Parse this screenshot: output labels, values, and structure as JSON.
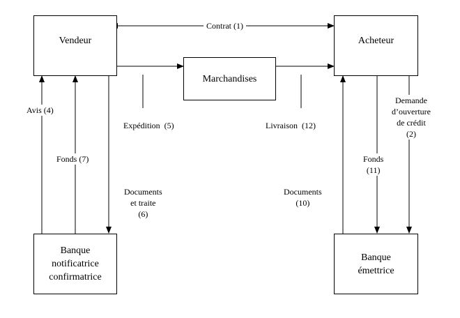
{
  "nodes": {
    "vendeur": "Vendeur",
    "acheteur": "Acheteur",
    "marchandises": "Marchandises",
    "banque_notif": [
      "Banque",
      "notificatrice",
      "confirmatrice"
    ],
    "banque_emett": [
      "Banque",
      "émettrice"
    ]
  },
  "labels": {
    "contrat": "Contrat (1)",
    "expedition": "Expédition  (5)",
    "livraison": "Livraison  (12)",
    "avis": "Avis (4)",
    "fonds7": "Fonds (7)",
    "documents6": [
      "Documents",
      "et traite",
      "(6)"
    ],
    "documents10": [
      "Documents",
      "(10)"
    ],
    "fonds11": [
      "Fonds",
      "(11)"
    ],
    "demande": [
      "Demande",
      "d’ouverture",
      "de crédit",
      "(2)"
    ]
  }
}
